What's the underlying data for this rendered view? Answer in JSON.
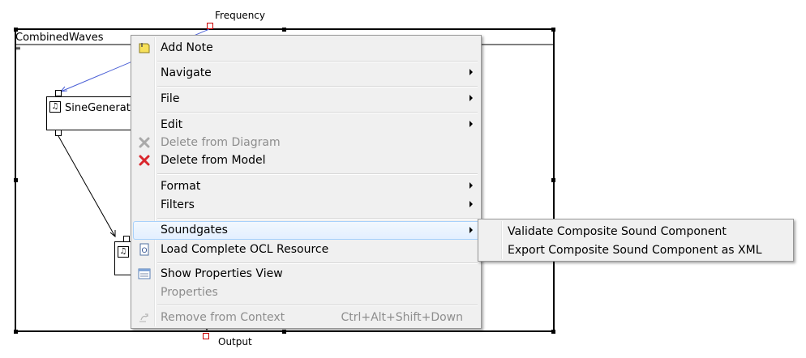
{
  "diagram": {
    "composite_title": "CombinedWaves",
    "frequency_label": "Frequency",
    "output_label": "Output",
    "component1_label": "SineGenerat",
    "component_icon": "note-icon"
  },
  "context_menu": {
    "items": [
      {
        "label": "Add Note",
        "icon": "note-icon"
      },
      {
        "label": "Navigate"
      },
      {
        "label": "File"
      },
      {
        "label": "Edit"
      },
      {
        "label": "Delete from Diagram",
        "icon": "delete-gray-x-icon"
      },
      {
        "label": "Delete from Model",
        "icon": "delete-red-x-icon"
      },
      {
        "label": "Format"
      },
      {
        "label": "Filters"
      },
      {
        "label": "Soundgates"
      },
      {
        "label": "Load Complete OCL Resource",
        "icon": "ocl-resource-icon"
      },
      {
        "label": "Show Properties View",
        "icon": "properties-view-icon"
      },
      {
        "label": "Properties"
      },
      {
        "label": "Remove from Context",
        "icon": "remove-context-icon",
        "accelerator": "Ctrl+Alt+Shift+Down"
      }
    ]
  },
  "submenu": {
    "items": [
      {
        "label": "Validate Composite Sound Component"
      },
      {
        "label": "Export Composite Sound Component as XML"
      }
    ]
  }
}
